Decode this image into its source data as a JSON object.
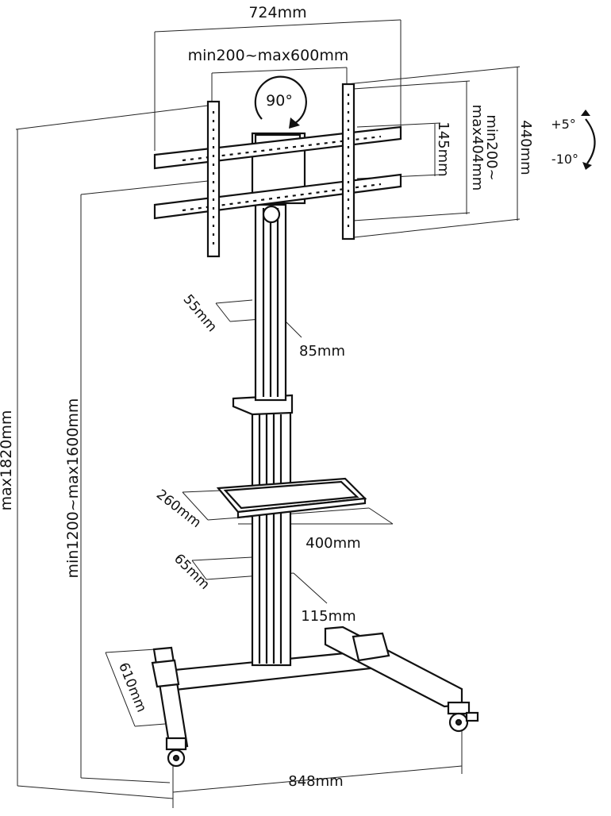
{
  "dimensions": {
    "overall_width": "724mm",
    "vesa_width": "min200~max600mm",
    "rotation": "90°",
    "tilt_up": "+5°",
    "tilt_down": "-10°",
    "bracket_spacing": "145mm",
    "vesa_height": "min200~\nmax404mm",
    "vesa_height_line1": "min200~",
    "vesa_height_line2": "max404mm",
    "overall_height_bracket": "440mm",
    "column_depth": "55mm",
    "column_width": "85mm",
    "shelf_depth": "260mm",
    "shelf_width": "400mm",
    "lower_column_depth": "65mm",
    "lower_column_width": "115mm",
    "base_depth": "610mm",
    "base_width": "848mm",
    "max_height": "max1820mm",
    "height_range": "min1200~max1600mm"
  }
}
